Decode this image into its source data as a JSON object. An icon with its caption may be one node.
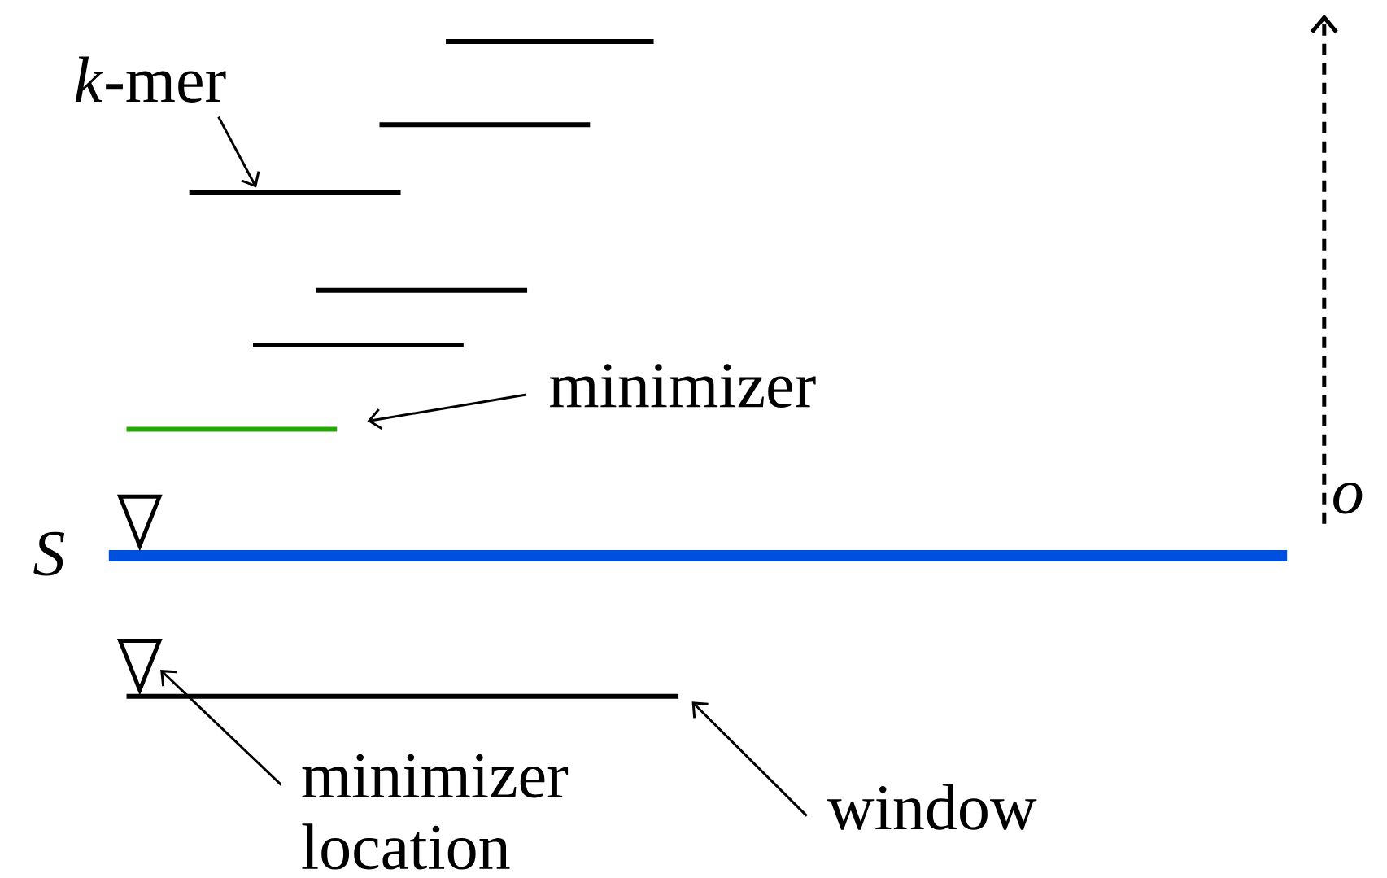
{
  "diagram": {
    "nodes": [
      {
        "text": [
          "*k*-mer"
        ]
      },
      {
        "text": [],
        "shape": "bar"
      },
      {
        "text": [],
        "shape": "bar"
      },
      {
        "text": [],
        "shape": "bar"
      },
      {
        "text": [],
        "shape": "bar"
      },
      {
        "text": [],
        "shape": "bar"
      },
      {
        "text": [],
        "shape": "bar"
      },
      {
        "text": [
          "minimizer"
        ]
      },
      {
        "text": [],
        "shape": "triangle"
      },
      {
        "text": [],
        "shape": "bar"
      },
      {
        "text": [],
        "shape": "triangle"
      },
      {
        "text": [
          "minimizer location"
        ]
      },
      {
        "text": [
          "window"
        ]
      }
    ],
    "edges": [
      {
        "from": 0,
        "to": 3,
        "arrow": "to"
      },
      {
        "from": 7,
        "to": 6,
        "arrow": "to"
      },
      {
        "from": 11,
        "to": 10,
        "arrow": "to"
      },
      {
        "from": 12,
        "to": 9,
        "arrow": "to"
      }
    ],
    "labels": [
      "S",
      "o"
    ]
  }
}
